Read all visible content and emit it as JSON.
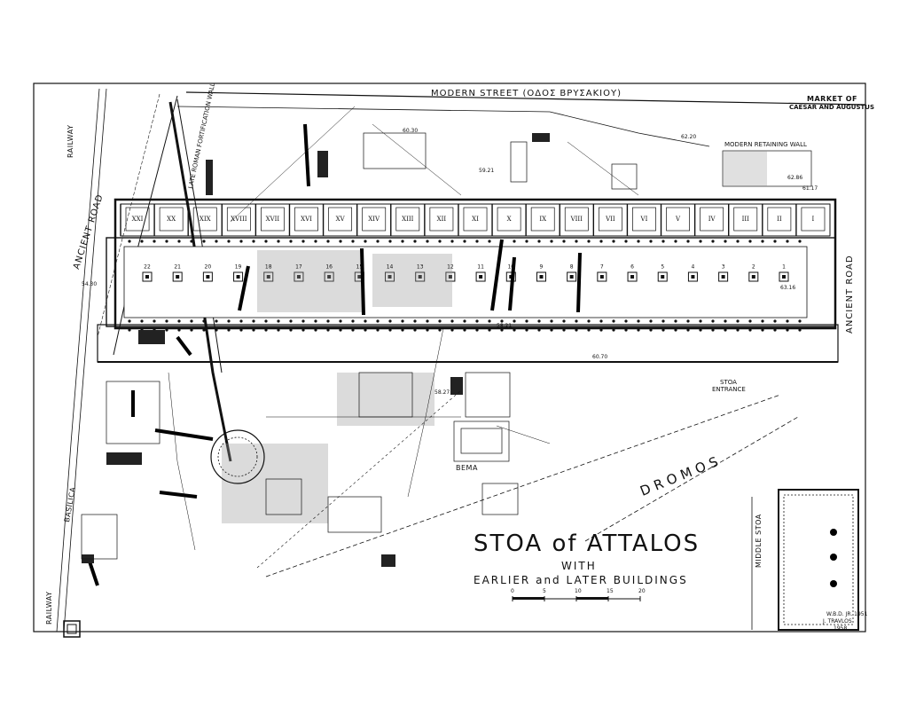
{
  "labels": {
    "modern_street": "MODERN STREET (ΟΔΟΣ ΒΡΥΣΑΚΙΟΥ)",
    "market_line1": "MARKET OF",
    "market_line2": "CAESAR AND AUGUSTUS",
    "modern_retaining_wall": "MODERN RETAINING WALL",
    "railway_top": "RAILWAY",
    "railway_bottom": "RAILWAY",
    "ancient_road_left": "ANCIENT ROAD",
    "ancient_road_right": "ANCIENT ROAD",
    "late_roman_wall": "LATE ROMAN FORTIFICATION WALL",
    "basilica": "BASILICA",
    "stoa_entrance_1": "STOA",
    "stoa_entrance_2": "ENTRANCE",
    "dromos": "DROMOS",
    "bema": "BEMA",
    "middle_stoa": "MIDDLE STOA"
  },
  "title": {
    "line1": "STOA of ATTALOS",
    "line2": "WITH",
    "line3": "EARLIER and LATER BUILDINGS"
  },
  "scale": {
    "ticks": [
      "0",
      "5",
      "10",
      "15",
      "20"
    ]
  },
  "credits": {
    "line1": "W.B.D. JR. 1951",
    "line2": "J. TRAVLOS",
    "line3": "1958"
  },
  "shops": [
    "XXI",
    "XX",
    "XIX",
    "XVIII",
    "XVII",
    "XVI",
    "XV",
    "XIV",
    "XIII",
    "XII",
    "XI",
    "X",
    "IX",
    "VIII",
    "VII",
    "VI",
    "V",
    "IV",
    "III",
    "II",
    "I"
  ],
  "columns": [
    "22",
    "21",
    "20",
    "19",
    "18",
    "17",
    "16",
    "15",
    "14",
    "13",
    "12",
    "11",
    "10",
    "9",
    "8",
    "7",
    "6",
    "5",
    "4",
    "3",
    "2",
    "1"
  ],
  "elevations": [
    "61.17",
    "62.20",
    "62.86",
    "60.70",
    "58.27",
    "58.21",
    "54.30",
    "59.21",
    "60.30",
    "63.16"
  ]
}
